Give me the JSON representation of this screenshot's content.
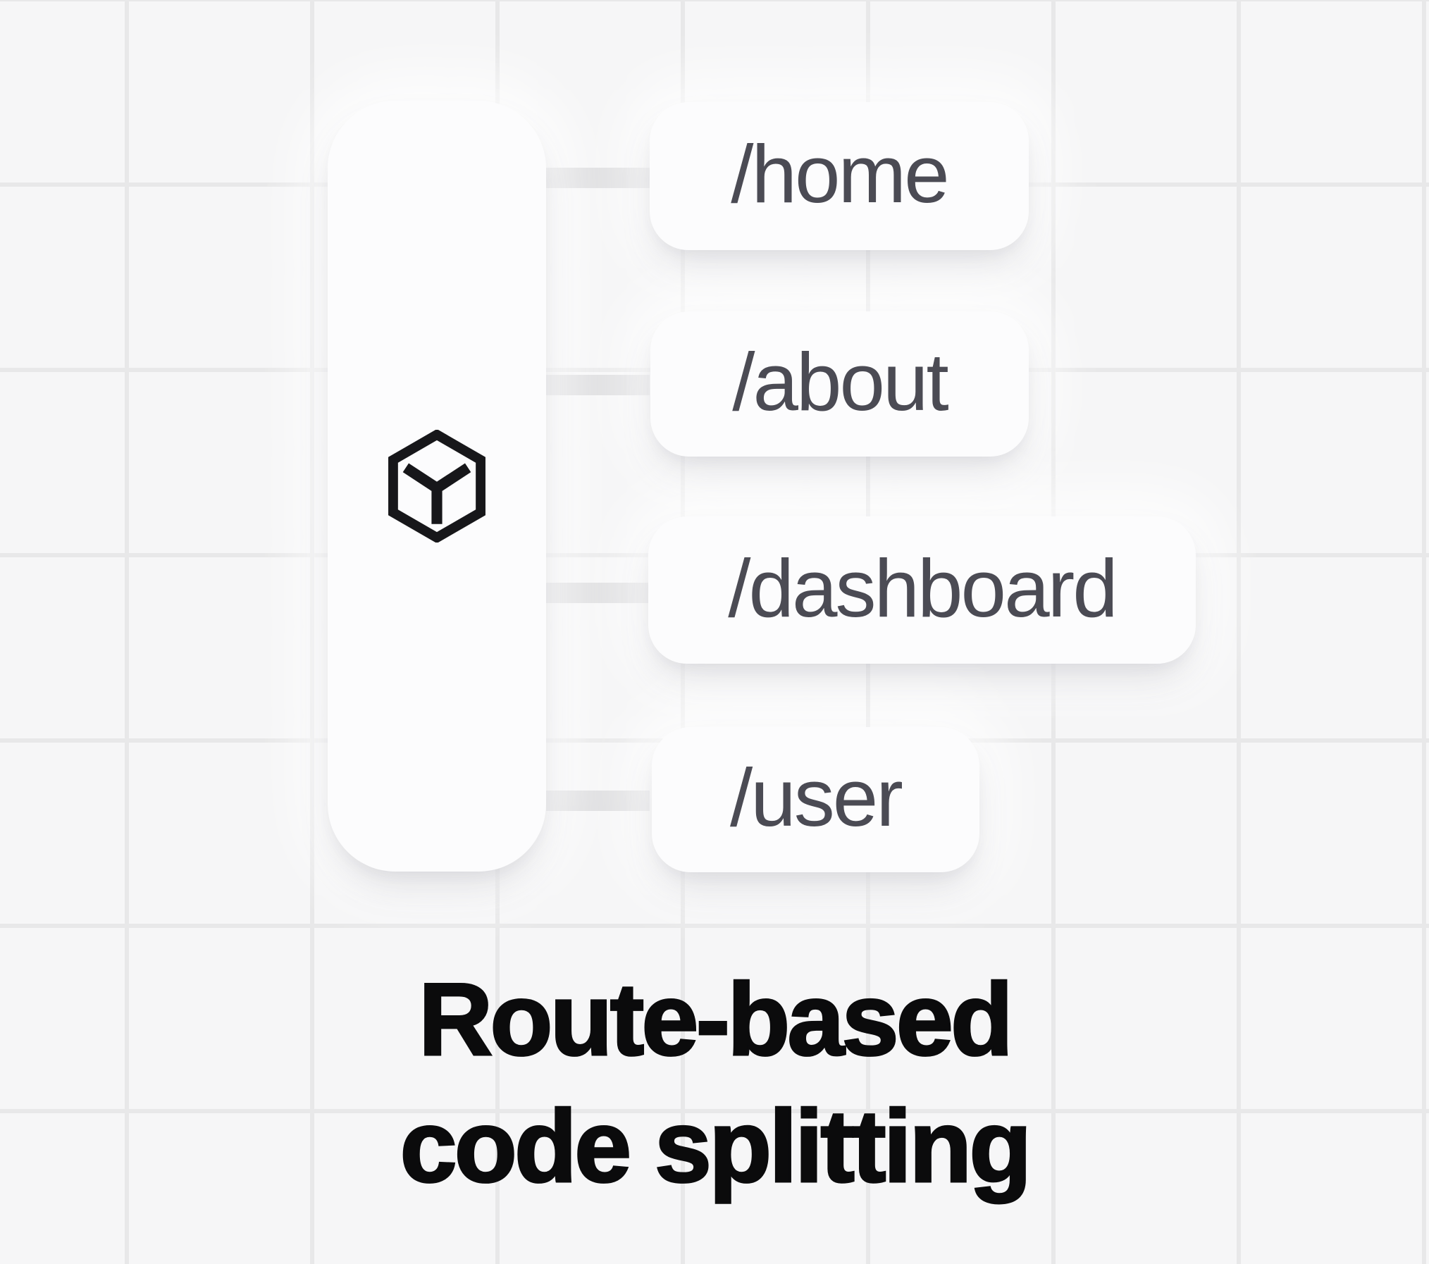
{
  "diagram": {
    "bundle": {
      "icon": "cube-icon"
    },
    "routes": [
      {
        "label": "/home"
      },
      {
        "label": "/about"
      },
      {
        "label": "/dashboard"
      },
      {
        "label": "/user"
      }
    ],
    "title": {
      "line1": "Route-based",
      "line2": "code splitting"
    }
  },
  "colors": {
    "background": "#f6f6f7",
    "grid_line": "#e8e8e9",
    "node_fill": "#fcfcfd",
    "connector": "#dbdbdd",
    "route_text": "#4b4b54",
    "title_text": "#0b0b0c",
    "icon_stroke": "#17171a"
  }
}
